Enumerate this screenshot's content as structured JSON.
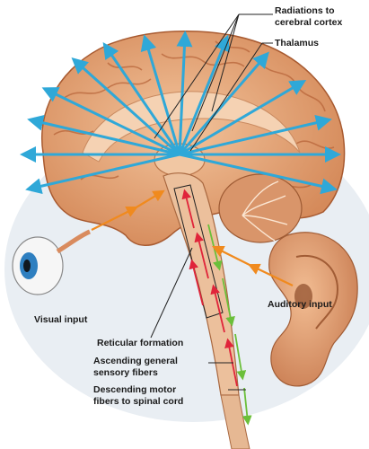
{
  "labels": {
    "radiations_line1": "Radiations to",
    "radiations_line2": "cerebral cortex",
    "thalamus": "Thalamus",
    "visual_input": "Visual input",
    "auditory_input": "Auditory input",
    "reticular_formation": "Reticular formation",
    "ascending_line1": "Ascending general",
    "ascending_line2": "sensory fibers",
    "descending_line1": "Descending motor",
    "descending_line2": "fibers to spinal cord"
  },
  "colors": {
    "cortex": "#e8a878",
    "cortex_dark": "#b8653a",
    "radiation_arrows": "#2fa8d8",
    "ascending_arrows": "#e0243a",
    "descending_arrows": "#6bbf3a",
    "input_arrows": "#f08a1e",
    "cerebellum": "#d9956a",
    "ear": "#e7a57a"
  }
}
